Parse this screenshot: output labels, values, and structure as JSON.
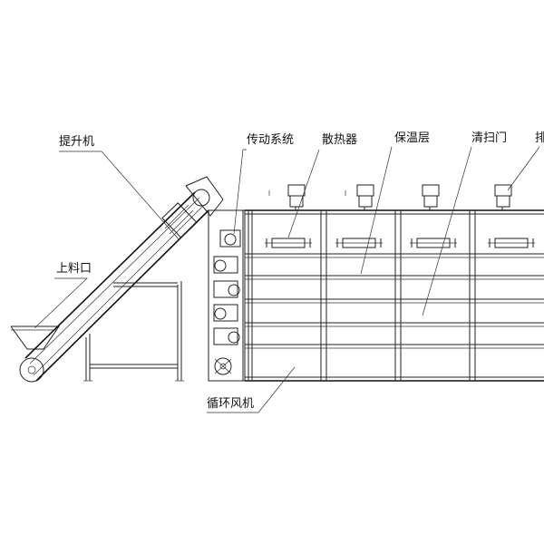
{
  "labels": {
    "elevator": "提升机",
    "transmission": "传动系统",
    "radiator": "散热器",
    "insulation": "保温层",
    "cleaning_door": "清扫门",
    "cut_off": "排",
    "feed_inlet": "上料口",
    "circulating_fan": "循环风机"
  },
  "colors": {
    "line": "#222222",
    "background": "#ffffff"
  }
}
